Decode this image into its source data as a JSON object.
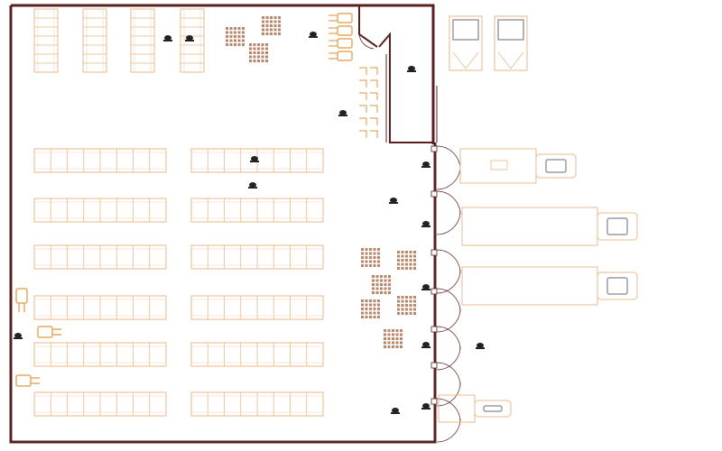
{
  "colors": {
    "wall": "#5a1f1f",
    "rack": "#e8b98a",
    "rack_light": "#f1d3b4",
    "forklift": "#e8a860",
    "pallet": "#b9866a",
    "truck": "#eab88c",
    "truck_gray": "#9c9c9c",
    "worker": "#222222",
    "background": "#ffffff"
  },
  "legend": {},
  "icons": {
    "worker": "worker-icon",
    "forklift": "forklift-icon",
    "pallet": "pallet-stack-icon",
    "rack": "shelving-rack-icon",
    "truck": "delivery-truck-icon",
    "door": "dock-door-icon"
  },
  "floor_plan": {
    "rooms": [
      "warehouse-floor",
      "office",
      "loading-dock"
    ],
    "dock_doors": 7,
    "rack_rows_horizontal": 12,
    "rack_units_vertical": 4,
    "trucks": 4
  }
}
